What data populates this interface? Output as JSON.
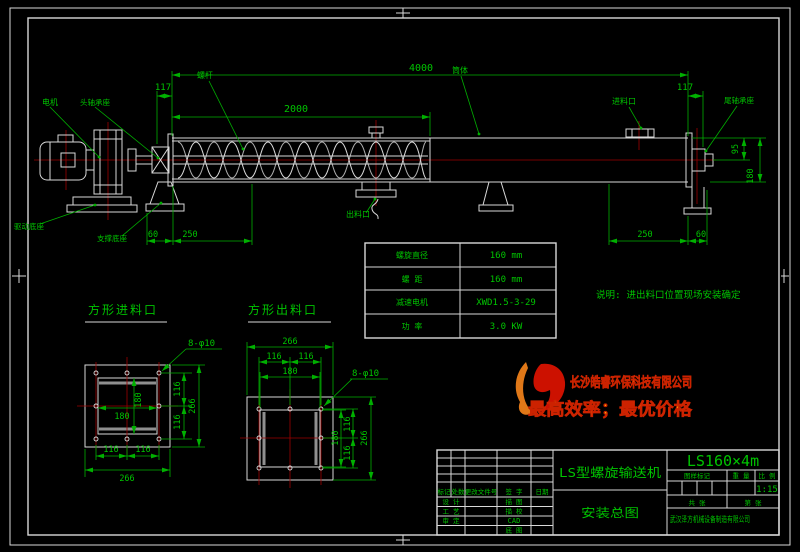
{
  "colors": {
    "dim_green": "#00b400",
    "center_red": "#9e0000",
    "line_white": "#d8d8d8",
    "brand_gold": "#ffcc00",
    "brand_red": "#cc2200"
  },
  "main": {
    "labels": {
      "motor": "电机",
      "head_bearing": "头轴承座",
      "screw": "螺杆",
      "casing": "筒体",
      "inlet": "进料口",
      "tail_bearing": "尾轴承座",
      "drive_base": "驱动底座",
      "support_base": "支撑底座",
      "outlet": "出料口"
    },
    "dims": {
      "d117": "117",
      "d2000": "2000",
      "d4000": "4000",
      "d60": "60",
      "d250": "250",
      "d95": "95",
      "d180": "180"
    }
  },
  "details": {
    "inlet_title": "方形进料口",
    "outlet_title": "方形出料口",
    "holes": "8-φ10",
    "dims": {
      "d116": "116",
      "d180": "180",
      "d266": "266"
    }
  },
  "spec_table": {
    "rows": [
      {
        "label": "螺旋直径",
        "value": "160 mm"
      },
      {
        "label": "螺  距",
        "value": "160 mm"
      },
      {
        "label": "减速电机",
        "value": "XWD1.5-3-29"
      },
      {
        "label": "功  率",
        "value": "3.0 KW"
      }
    ]
  },
  "note": "说明: 进出料口位置现场安装确定",
  "company": {
    "name": "长沙皓睿环保科技有限公司",
    "slogan": "最高效率；最优价格"
  },
  "title_block": {
    "product": "LS型螺旋输送机",
    "drawing_name": "安装总图",
    "model": "LS160×4m",
    "scale": "1:15",
    "headers": {
      "mark": "标记",
      "count": "处数",
      "change_doc": "更改文件号",
      "sign": "签 字",
      "date": "日期",
      "sample_mark": "图样标记",
      "weight": "重 量",
      "ratio": "比 例",
      "total_sheets": "共  张",
      "sheet_no": "第  张"
    },
    "left_rows": [
      {
        "a": "设 计",
        "b": "描 图"
      },
      {
        "a": "工 艺",
        "b": "描 校"
      },
      {
        "a": "审 定",
        "b": "CAD"
      },
      {
        "a": "",
        "b": "底 图"
      }
    ],
    "manufacturer": "武汉泽方机械设备制造有限公司"
  }
}
